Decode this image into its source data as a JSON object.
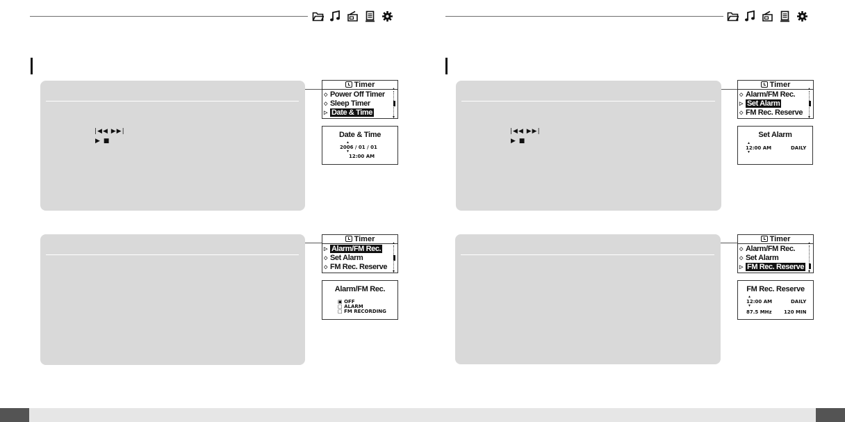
{
  "pages": [
    {
      "nav_icons": [
        "folder-icon",
        "music-icon",
        "radio-icon",
        "file-icon",
        "gear-icon"
      ],
      "sections": [
        {
          "controls": {
            "skip": "|◀◀  ▶▶|",
            "play": "▶  ■"
          },
          "menu": {
            "title": "Timer",
            "items": [
              {
                "label": "Power Off Timer",
                "selected": false
              },
              {
                "label": "Sleep Timer",
                "selected": false
              },
              {
                "label": "Date & Time",
                "selected": true
              }
            ]
          },
          "screen": {
            "title": "Date & Time",
            "lines": [
              "2006 / 01 / 01",
              "12:00 AM"
            ]
          }
        },
        {
          "controls": null,
          "menu": {
            "title": "Timer",
            "items": [
              {
                "label": "Alarm/FM Rec.",
                "selected": true
              },
              {
                "label": "Set Alarm",
                "selected": false
              },
              {
                "label": "FM Rec. Reserve",
                "selected": false
              }
            ]
          },
          "screen": {
            "title": "Alarm/FM Rec.",
            "options": [
              "OFF",
              "ALARM",
              "FM RECORDING"
            ]
          }
        }
      ]
    },
    {
      "nav_icons": [
        "folder-icon",
        "music-icon",
        "radio-icon",
        "file-icon",
        "gear-icon"
      ],
      "sections": [
        {
          "controls": {
            "skip": "|◀◀  ▶▶|",
            "play": "▶  ■"
          },
          "menu": {
            "title": "Timer",
            "items": [
              {
                "label": "Alarm/FM Rec.",
                "selected": false
              },
              {
                "label": "Set Alarm",
                "selected": true
              },
              {
                "label": "FM Rec. Reserve",
                "selected": false
              }
            ]
          },
          "screen": {
            "title": "Set Alarm",
            "time": "12:00 AM",
            "repeat": "DAILY"
          }
        },
        {
          "controls": null,
          "menu": {
            "title": "Timer",
            "items": [
              {
                "label": "Alarm/FM Rec.",
                "selected": false
              },
              {
                "label": "Set Alarm",
                "selected": false
              },
              {
                "label": "FM Rec. Reserve",
                "selected": true
              }
            ]
          },
          "screen": {
            "title": "FM Rec. Reserve",
            "time": "12:00 AM",
            "repeat": "DAILY",
            "frequency": "87.5 MHz",
            "duration": "120 MIN"
          }
        }
      ]
    }
  ]
}
